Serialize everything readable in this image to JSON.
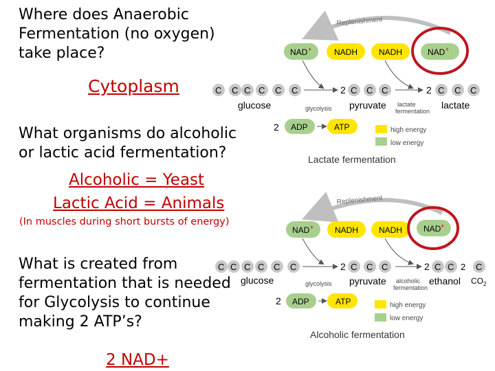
{
  "questions": {
    "q1": [
      "Where does Anaerobic",
      "Fermentation (no oxygen)",
      "take place?"
    ],
    "a1": "Cytoplasm",
    "q2": [
      "What organisms do alcoholic",
      "or lactic acid fermentation?"
    ],
    "a2a": "Alcoholic = Yeast",
    "a2b": "Lactic Acid = Animals",
    "a2note": "(In muscles during short bursts of energy)",
    "q3": [
      "What is created from",
      "fermentation that is needed",
      "for Glycolysis to continue",
      "making 2 ATP’s?"
    ],
    "a3": "2 NAD+"
  },
  "diagram1": {
    "replenishment": "Replenishment",
    "nad": "NAD",
    "nadh": "NADH",
    "glucose": "glucose",
    "glycolysis": "glycolysis",
    "two": "2",
    "pyruvate": "pyruvate",
    "process": [
      "lactate",
      "fermentation"
    ],
    "product": "lactate",
    "adp": "ADP",
    "atp": "ATP",
    "legend_high": "high energy",
    "legend_low": "low energy",
    "caption": "Lactate fermentation",
    "carbon": "C"
  },
  "diagram2": {
    "replenishment": "Replenishment",
    "nad": "NAD",
    "nadh": "NADH",
    "glucose": "glucose",
    "glycolysis": "glycolysis",
    "two": "2",
    "pyruvate": "pyruvate",
    "process": [
      "alcoholic",
      "fermentation"
    ],
    "product": "ethanol",
    "co2": "CO",
    "co2_sub": "2",
    "adp": "ADP",
    "atp": "ATP",
    "legend_high": "high energy",
    "legend_low": "low energy",
    "caption": "Alcoholic fermentation",
    "carbon": "C"
  },
  "colors": {
    "answer_red": "#c00000",
    "circle_red": "#c0141e",
    "low_energy_green": "#a8cf8e",
    "high_energy_yellow": "#ffe500",
    "carbon_gray": "#c8c8c8",
    "arrow_gray": "#bfbfbf"
  }
}
